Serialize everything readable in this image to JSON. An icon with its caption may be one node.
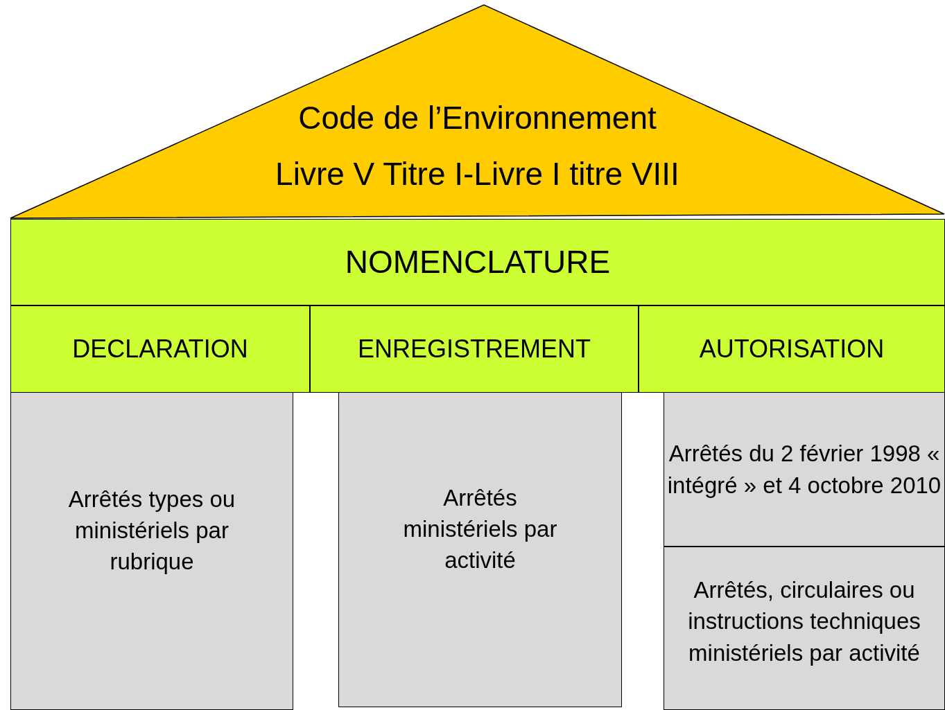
{
  "diagram": {
    "nodes": [
      {
        "text": [
          "Code de l’Environnement",
          "Livre V Titre I-Livre I titre VIII"
        ]
      },
      {
        "text": [
          "NOMENCLATURE"
        ]
      },
      {
        "text": [
          "DECLARATION"
        ]
      },
      {
        "text": [
          "ENREGISTREMENT"
        ]
      },
      {
        "text": [
          "AUTORISATION"
        ]
      },
      {
        "text": [
          "Arrêtés types ou ministériels par rubrique"
        ]
      },
      {
        "text": [
          "Arrêtés ministériels par activité"
        ]
      },
      {
        "text": [
          "Arrêtés du 2 février 1998 « intégré » et 4 octobre 2010"
        ]
      },
      {
        "text": [
          "Arrêtés, circulaires ou instructions techniques ministériels par activité"
        ]
      }
    ]
  }
}
